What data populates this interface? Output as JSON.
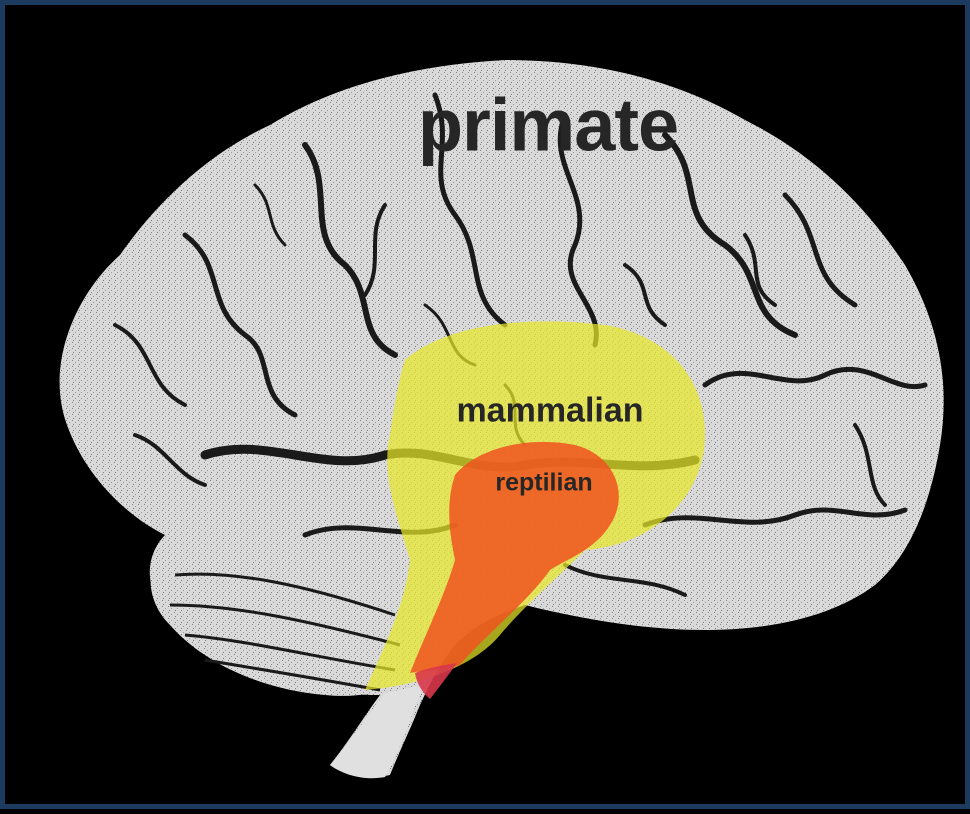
{
  "figure": {
    "labels": {
      "primate": "primate",
      "mammalian": "mammalian",
      "reptilian": "reptilian"
    },
    "regions": [
      {
        "id": "primate",
        "color": "#e6e6e6"
      },
      {
        "id": "mammalian",
        "color": "#e8e82a"
      },
      {
        "id": "reptilian",
        "color": "#f0541e"
      }
    ],
    "colors": {
      "frame_border": "#1d3b5e",
      "background": "#000000",
      "label_text": "#262626"
    }
  }
}
